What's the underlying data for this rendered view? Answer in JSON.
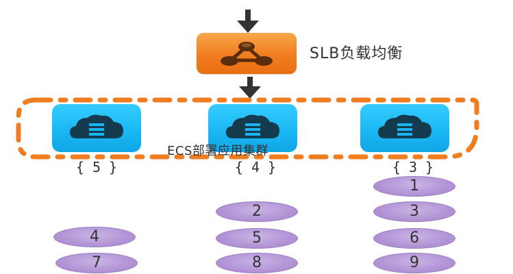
{
  "slb": {
    "label": "SLB负载均衡",
    "icon": "load-balancer-icon"
  },
  "cluster": {
    "label": "ECS部署应用集群",
    "servers": [
      {
        "icon": "cloud-server-icon",
        "count": "{ 5 }"
      },
      {
        "icon": "cloud-server-icon",
        "count": "{ 4 }"
      },
      {
        "icon": "cloud-server-icon",
        "count": "{ 3 }"
      }
    ]
  },
  "requests": [
    "1",
    "2",
    "3",
    "4",
    "5",
    "6",
    "7",
    "8",
    "9"
  ],
  "colors": {
    "slb": "#f07d1f",
    "ecs": "#19b6f3",
    "cluster_border": "#f07d1f",
    "request": "#b294d6",
    "arrow": "#333333"
  }
}
